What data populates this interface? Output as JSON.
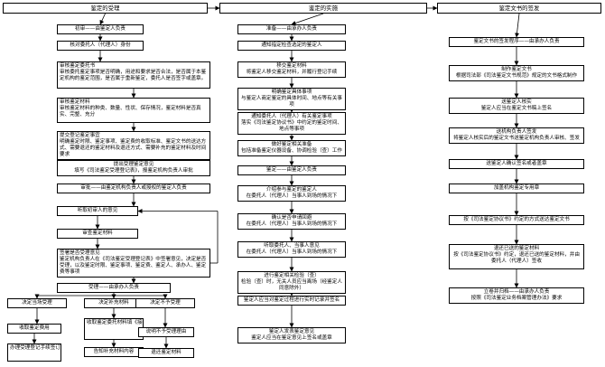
{
  "columns": [
    {
      "id": "acceptance",
      "header": "鉴定的受理",
      "steps": [
        {
          "id": "s1",
          "lines": [
            "初审——由鉴定人负责"
          ]
        },
        {
          "id": "s2",
          "lines": [
            "核对委托人（代理人）身份"
          ]
        },
        {
          "id": "s3",
          "lines": [
            "审核鉴定委托书",
            "审核委托鉴定事项是否明确，用途和要求是否合法，是否属于本鉴定机构的鉴定范围，是否属于重新鉴定，委托人是否签字或盖章。"
          ]
        },
        {
          "id": "s4",
          "lines": [
            "审核鉴定材料",
            "审核鉴定材料的种类、数量、性状、保存情况，鉴定材料是否真实、完整、充分"
          ]
        },
        {
          "id": "s5",
          "lines": [
            "提交登记鉴定事宜",
            "明确鉴定时限、鉴定事项、鉴定费的收取标准、鉴定文书的送达方式、需要退还的鉴定材料及退还方式、需要补充的鉴定材料及时间要求"
          ]
        },
        {
          "id": "s6",
          "lines": [
            "提出受理鉴定意见",
            "填写《司法鉴定受理登记表》，报鉴定机构负责人审批"
          ]
        },
        {
          "id": "s7",
          "lines": [
            "审批——由鉴定机构负责人或授权的鉴定人负责"
          ]
        },
        {
          "id": "s8",
          "lines": [
            "听取初审人的意见"
          ]
        },
        {
          "id": "s9",
          "lines": [
            "审查鉴定材料"
          ]
        },
        {
          "id": "s10",
          "lines": [
            "签署是否受理意见",
            "鉴定机构负责人在《司法鉴定受理登记表》中签署意见，决定是否受理，以及鉴定时限、鉴定事项、鉴定费、鉴定人、承办人、鉴定费等事项"
          ]
        },
        {
          "id": "s11",
          "lines": [
            "受理——由承办人负责"
          ]
        },
        {
          "id": "b1",
          "lines": [
            "决定当场受理"
          ]
        },
        {
          "id": "b2",
          "lines": [
            "决定补充材料"
          ]
        },
        {
          "id": "b3",
          "lines": [
            "决定不予受理"
          ]
        },
        {
          "id": "b1a",
          "lines": [
            "收取鉴定费用"
          ]
        },
        {
          "id": "b1b",
          "lines": [
            "办理受理登记手续签订《司法鉴定协议书》"
          ]
        },
        {
          "id": "b2a",
          "lines": [
            "收取鉴定委托材料填《接收和返还材料（鉴定)清单备案》"
          ]
        },
        {
          "id": "b2b",
          "lines": [
            "告知补充材料内容"
          ]
        },
        {
          "id": "b3a",
          "lines": [
            "说明不予受理理由"
          ]
        },
        {
          "id": "b3b",
          "lines": [
            "退还鉴定材料"
          ]
        }
      ]
    },
    {
      "id": "implementation",
      "header": "鉴定的实施",
      "steps": [
        {
          "id": "m1",
          "lines": [
            "准备——由承办人负责"
          ]
        },
        {
          "id": "m2",
          "lines": [
            "通知指定检查选定的鉴定人"
          ]
        },
        {
          "id": "m3",
          "lines": [
            "移交鉴定材料",
            "将鉴定人移交鉴定材料，并履行登记手续"
          ]
        },
        {
          "id": "m4",
          "lines": [
            "明确鉴定具体事项",
            "与鉴定人商定鉴定的具体时间、地点等有关事项"
          ]
        },
        {
          "id": "m5",
          "lines": [
            "通知委托人（代理人）有关鉴定事项",
            "落实《司法鉴定协议书》中约定的鉴定时间、地点等事项"
          ]
        },
        {
          "id": "m6",
          "lines": [
            "做好鉴定相关准备",
            "包括准备鉴定仪器设备、协调检验（查）工作"
          ]
        },
        {
          "id": "m7",
          "lines": [
            "鉴定——由鉴定人负责"
          ]
        },
        {
          "id": "m8",
          "lines": [
            "介绍参与鉴定的鉴定人",
            "在委托人（代理人）当事人到场的情况下"
          ]
        },
        {
          "id": "m9",
          "lines": [
            "确认是否申请回避",
            "在委托人（代理人）当事人到场的情况下"
          ]
        },
        {
          "id": "m10",
          "lines": [
            "听取委托人、当事人意见",
            "在委托人（代理人）当事人到场的情况下"
          ]
        },
        {
          "id": "m11",
          "lines": [
            "进行鉴定相关检验（查）",
            "检验（查）时，无关人员应当离场（经鉴定人同意除外）"
          ]
        },
        {
          "id": "m12",
          "lines": [
            "鉴定人应当对鉴定过程进行实时记录并签名"
          ]
        },
        {
          "id": "m13",
          "lines": [
            "鉴定人发表鉴定意见",
            "鉴定人应当在鉴定意见上签名或盖章"
          ]
        }
      ]
    },
    {
      "id": "issuance",
      "header": "鉴定文书的签发",
      "steps": [
        {
          "id": "r1",
          "lines": [
            "鉴定文书的签发程序——由承办人负责"
          ]
        },
        {
          "id": "r2",
          "lines": [
            "制作鉴定文书",
            "根据司法部《司法鉴定文书规范》规定的文书格式制作"
          ]
        },
        {
          "id": "r3",
          "lines": [
            "送鉴定人核实",
            "鉴定人应当在鉴定文书稿上签名"
          ]
        },
        {
          "id": "r4",
          "lines": [
            "送机构负责人签发",
            "将鉴定人核实后的鉴定文书送鉴定机构负责人审核、签发"
          ]
        },
        {
          "id": "r5",
          "lines": [
            "送鉴定人确认签名或者盖章"
          ]
        },
        {
          "id": "r6",
          "lines": [
            "加盖机构鉴定专用章"
          ]
        },
        {
          "id": "r7",
          "lines": [
            "按《司法鉴定协议书》约定的方式送达鉴定文书"
          ]
        },
        {
          "id": "r8",
          "lines": [
            "退还已送的鉴定材料",
            "按《司法鉴定协议书》约定，退还已送的鉴定材料，并由委托人（代理人）签收"
          ]
        },
        {
          "id": "r9",
          "lines": [
            "立卷并归档——由承办人负责",
            "按照《司法鉴定业务档案管理办法》要求"
          ]
        }
      ]
    }
  ]
}
